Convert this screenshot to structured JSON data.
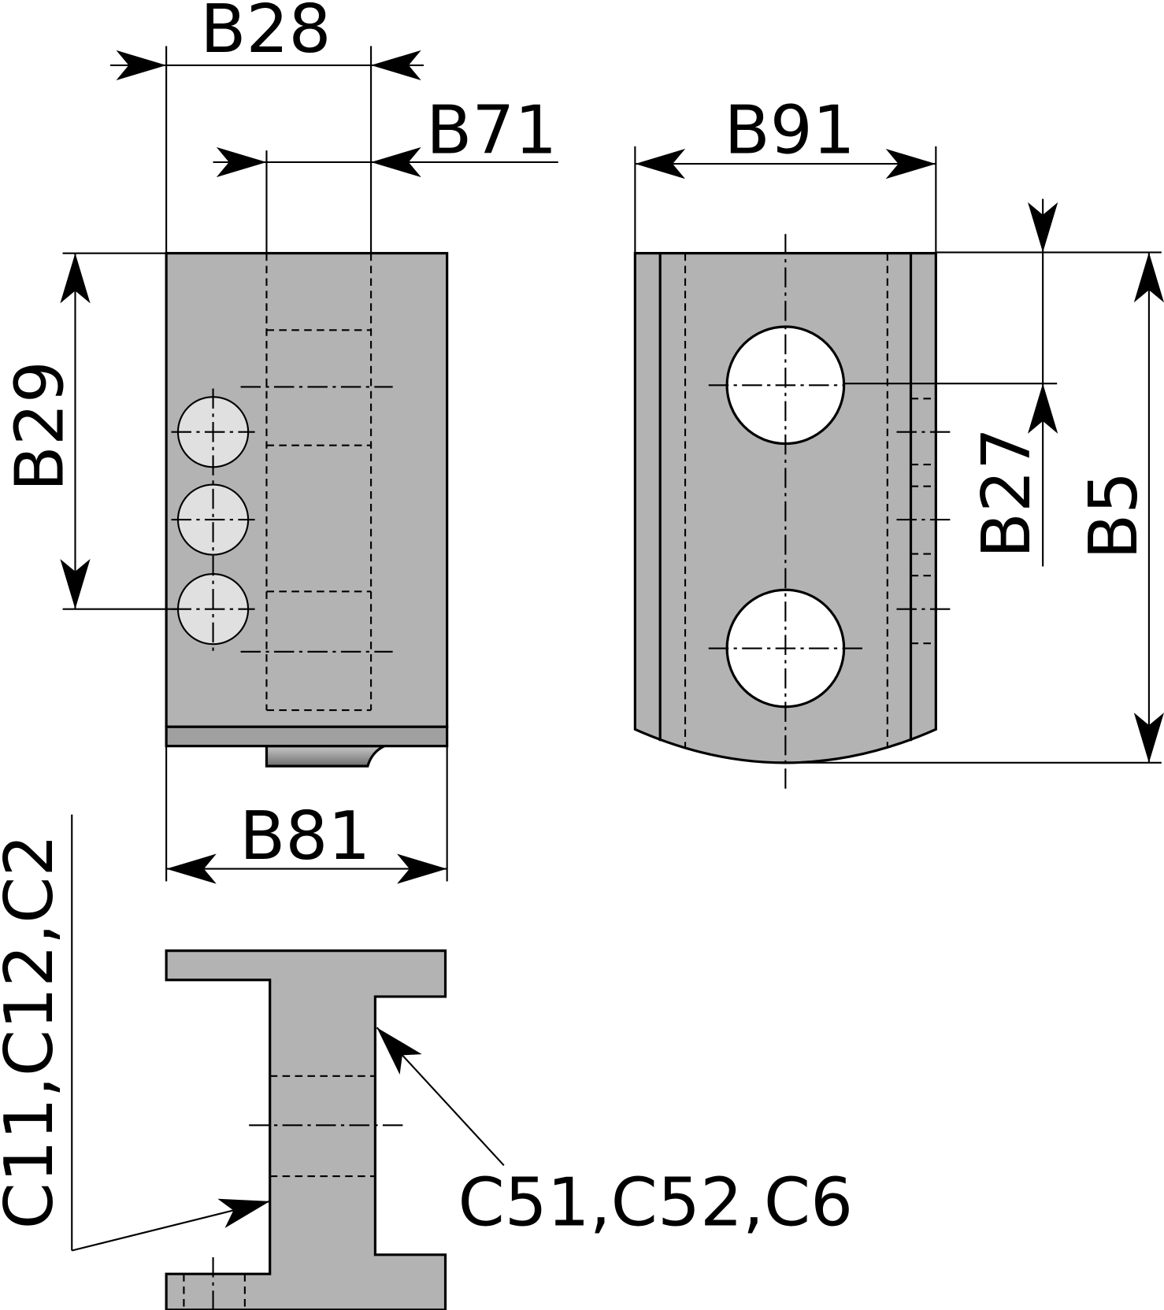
{
  "dimensions": {
    "b28": "B28",
    "b71": "B71",
    "b91": "B91",
    "b29": "B29",
    "b27": "B27",
    "b5": "B5",
    "b81": "B81"
  },
  "callouts": {
    "left": "C11,C12,C2",
    "right": "C51,C52,C6"
  },
  "colors": {
    "part_fill": "#b3b3b3",
    "small_hole_fill": "#e0e0e0",
    "line": "#000000"
  }
}
